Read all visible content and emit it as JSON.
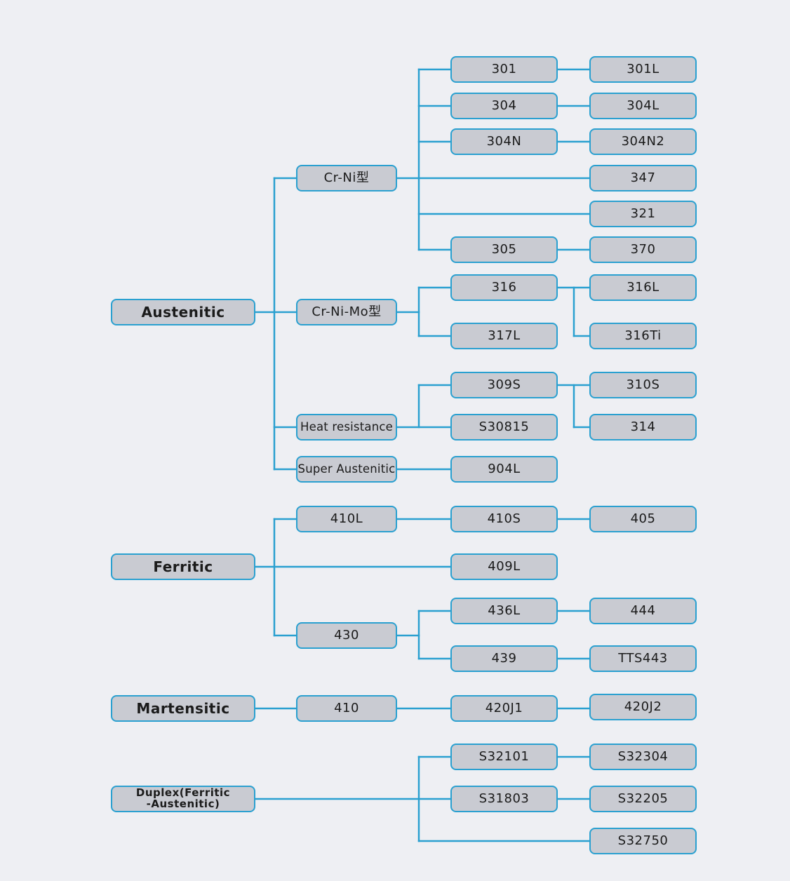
{
  "colors": {
    "line": "#2aa0d0",
    "box_fill": "#c9cbd2",
    "background": "#eeeff3"
  },
  "roots": {
    "austenitic": "Austenitic",
    "ferritic": "Ferritic",
    "martensitic": "Martensitic",
    "duplex": "Duplex(Ferritic\n-Austenitic)"
  },
  "categories": {
    "cr_ni": "Cr-Ni型",
    "cr_ni_mo": "Cr-Ni-Mo型",
    "heat_resistance": "Heat resistance",
    "super_austenitic": "Super Austenitic",
    "g410l": "410L",
    "g430": "430",
    "g410": "410"
  },
  "grades": {
    "g301": "301",
    "g301l": "301L",
    "g304": "304",
    "g304l": "304L",
    "g304n": "304N",
    "g304n2": "304N2",
    "g347": "347",
    "g321": "321",
    "g305": "305",
    "g370": "370",
    "g316": "316",
    "g316l": "316L",
    "g317l": "317L",
    "g316ti": "316Ti",
    "g309s": "309S",
    "g310s": "310S",
    "gs30815": "S30815",
    "g314": "314",
    "g904l": "904L",
    "g410s": "410S",
    "g405": "405",
    "g409l": "409L",
    "g436l": "436L",
    "g444": "444",
    "g439": "439",
    "gtts443": "TTS443",
    "g420j1": "420J1",
    "g420j2": "420J2",
    "gs32101": "S32101",
    "gs32304": "S32304",
    "gs31803": "S31803",
    "gs32205": "S32205",
    "gs32750": "S32750"
  }
}
